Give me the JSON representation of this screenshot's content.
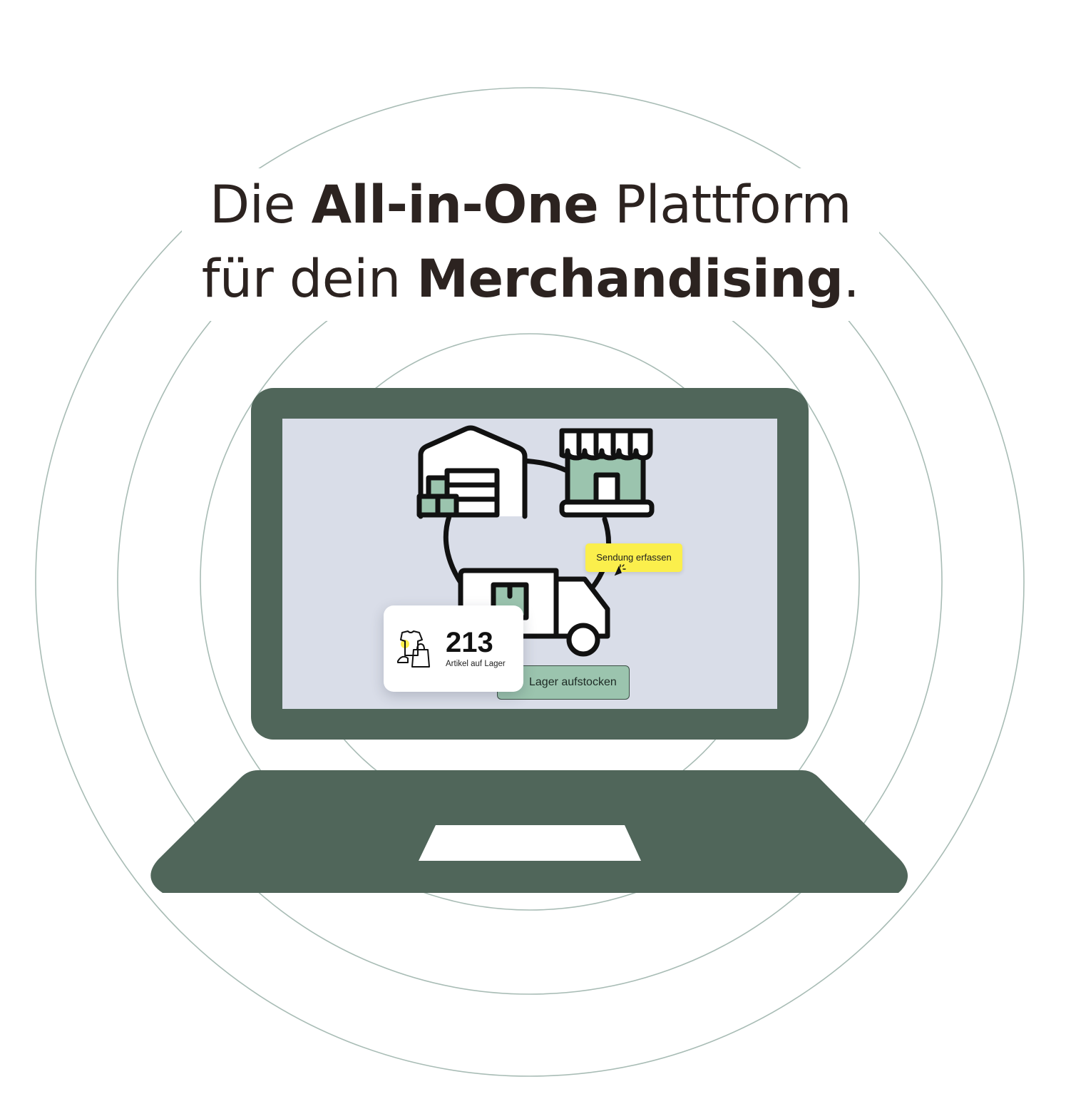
{
  "headline": {
    "line1_pre": "Die ",
    "line1_bold": "All-in-One",
    "line1_post": " Plattform",
    "line2_pre": "für dein ",
    "line2_bold": "Merchandising",
    "line2_post": "."
  },
  "screen": {
    "send_badge_label": "Sendung erfassen",
    "restock_button_label": "Lager aufstocken",
    "stock_card": {
      "count": "213",
      "label": "Artikel auf Lager"
    }
  },
  "icons": [
    "warehouse-icon",
    "store-icon",
    "truck-icon",
    "cursor-click-icon",
    "merch-icon"
  ],
  "colors": {
    "laptop": "#50665a",
    "screen_bg": "#d9dde8",
    "accent_green": "#9bc4ae",
    "highlight_yellow": "#fbef4c",
    "text_dark": "#2c2320"
  }
}
